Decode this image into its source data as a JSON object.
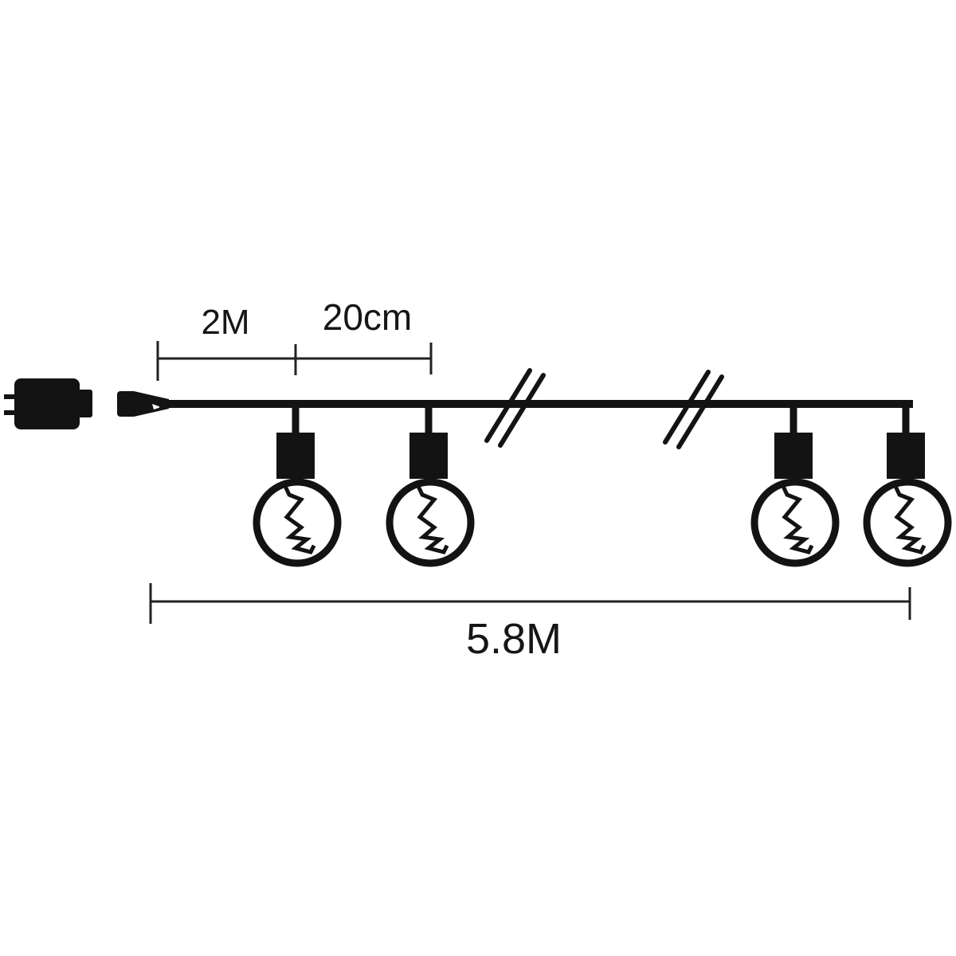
{
  "diagram": {
    "type": "product-dimension-diagram",
    "subject": "string lights: power plug, inline connector, wire with 4 globe bulbs and break marks",
    "background_color": "#ffffff",
    "ink_color": "#131313",
    "bulb_count": 4,
    "break_mark_count": 2,
    "dimensions": {
      "lead_label": "2M",
      "spacing_label": "20cm",
      "total_label": "5.8M"
    }
  }
}
